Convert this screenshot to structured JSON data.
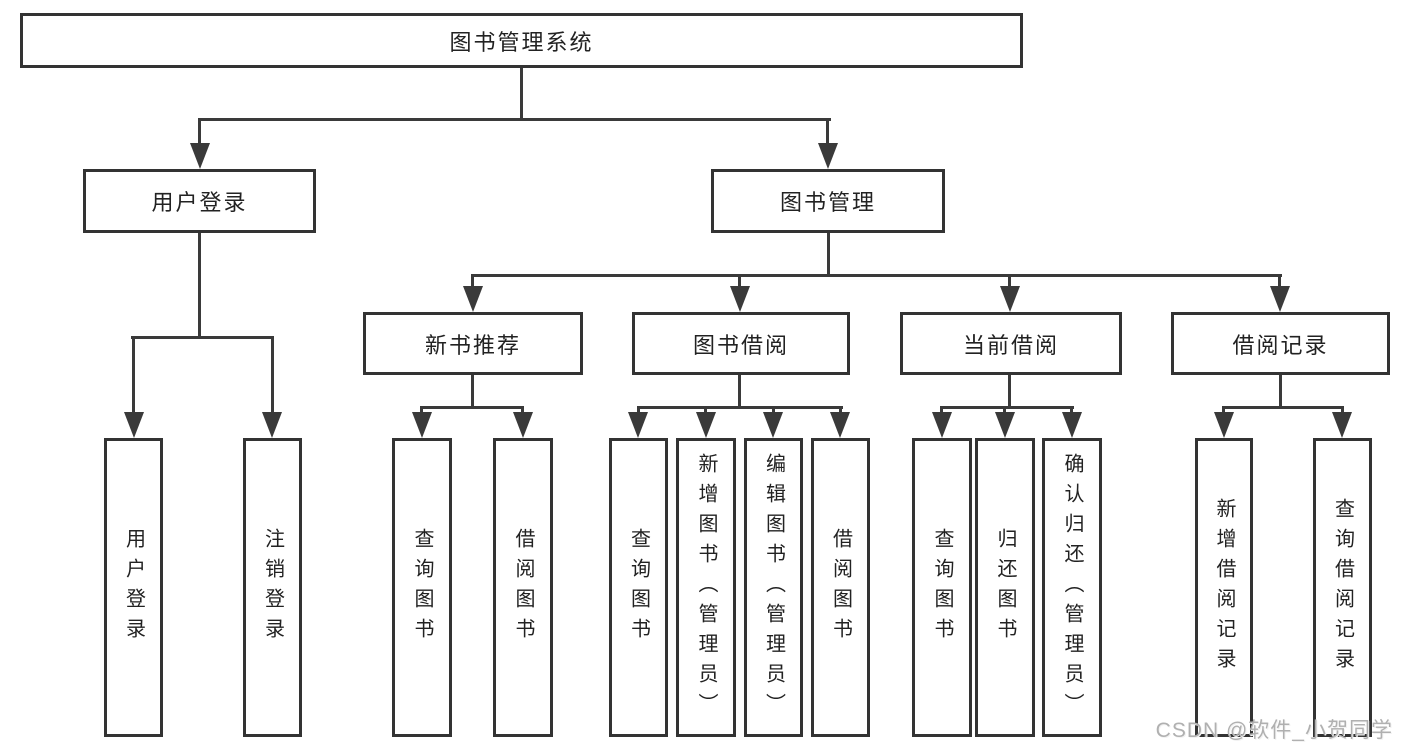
{
  "colors": {
    "background": "#ffffff",
    "line": "#3a3a3a",
    "box_border": "#333333",
    "text": "#222222",
    "watermark": "#b0b0b0"
  },
  "tree": {
    "label": "图书管理系统",
    "children": [
      {
        "label": "用户登录",
        "children": [
          {
            "label": "用户登录"
          },
          {
            "label": "注销登录"
          }
        ]
      },
      {
        "label": "图书管理",
        "children": [
          {
            "label": "新书推荐",
            "children": [
              {
                "label": "查询图书"
              },
              {
                "label": "借阅图书"
              }
            ]
          },
          {
            "label": "图书借阅",
            "children": [
              {
                "label": "查询图书"
              },
              {
                "label": "新增图书（管理员）"
              },
              {
                "label": "编辑图书（管理员）"
              },
              {
                "label": "借阅图书"
              }
            ]
          },
          {
            "label": "当前借阅",
            "children": [
              {
                "label": "查询图书"
              },
              {
                "label": "归还图书"
              },
              {
                "label": "确认归还（管理员）"
              }
            ]
          },
          {
            "label": "借阅记录",
            "children": [
              {
                "label": "新增借阅记录"
              },
              {
                "label": "查询借阅记录"
              }
            ]
          }
        ]
      }
    ]
  },
  "watermark": {
    "text": "CSDN @软件_小贺同学"
  }
}
